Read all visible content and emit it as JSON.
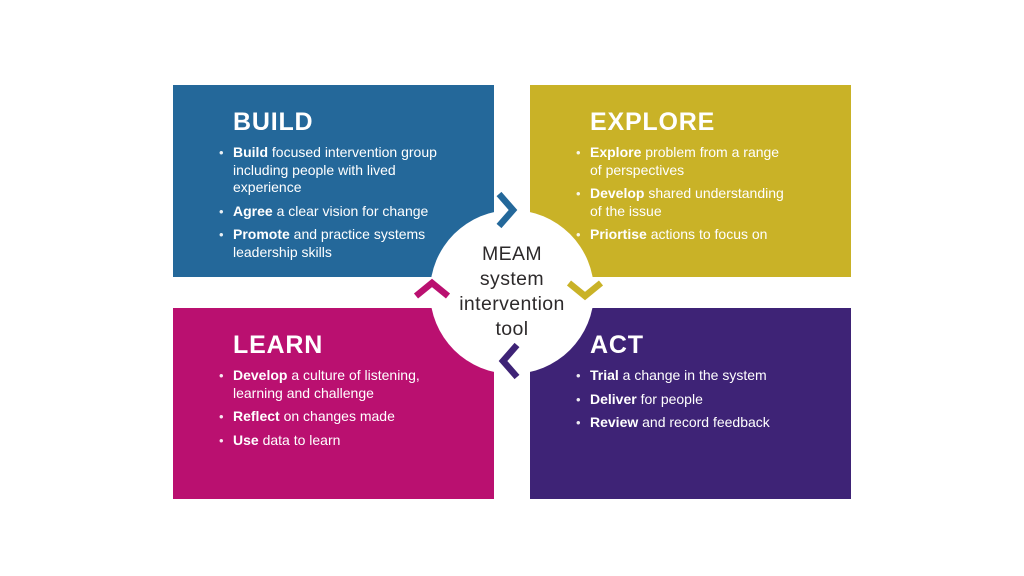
{
  "colors": {
    "build": "#24689A",
    "explore": "#C9B227",
    "learn": "#BA1070",
    "act": "#3E2376",
    "center_text": "#2D2A2B",
    "background": "#FFFFFF"
  },
  "center": {
    "lines": [
      "MEAM",
      "system",
      "intervention",
      "tool"
    ]
  },
  "quadrants": [
    {
      "id": "build",
      "title": "BUILD",
      "color": "#24689A",
      "bullets": [
        {
          "lead": "Build",
          "rest": " focused intervention group including people with lived experience"
        },
        {
          "lead": "Agree",
          "rest": " a clear vision for change"
        },
        {
          "lead": "Promote",
          "rest": " and practice systems leadership skills"
        }
      ]
    },
    {
      "id": "explore",
      "title": "EXPLORE",
      "color": "#C9B227",
      "bullets": [
        {
          "lead": "Explore",
          "rest": " problem from a range of perspectives"
        },
        {
          "lead": "Develop",
          "rest": " shared understanding of the issue"
        },
        {
          "lead": "Priortise",
          "rest": " actions to focus on"
        }
      ]
    },
    {
      "id": "learn",
      "title": "LEARN",
      "color": "#BA1070",
      "bullets": [
        {
          "lead": "Develop",
          "rest": " a culture of listening, learning and challenge"
        },
        {
          "lead": "Reflect",
          "rest": " on changes made"
        },
        {
          "lead": "Use",
          "rest": " data to learn"
        }
      ]
    },
    {
      "id": "act",
      "title": "ACT",
      "color": "#3E2376",
      "bullets": [
        {
          "lead": "Trial",
          "rest": " a change in the system"
        },
        {
          "lead": "Deliver",
          "rest": " for people"
        },
        {
          "lead": "Review",
          "rest": " and record feedback"
        }
      ]
    }
  ],
  "arrows": [
    {
      "id": "build-to-explore",
      "direction": "right",
      "color": "#24689A"
    },
    {
      "id": "explore-to-act",
      "direction": "down",
      "color": "#C9B227"
    },
    {
      "id": "act-to-learn",
      "direction": "left",
      "color": "#3E2376"
    },
    {
      "id": "learn-to-build",
      "direction": "up",
      "color": "#BA1070"
    }
  ]
}
